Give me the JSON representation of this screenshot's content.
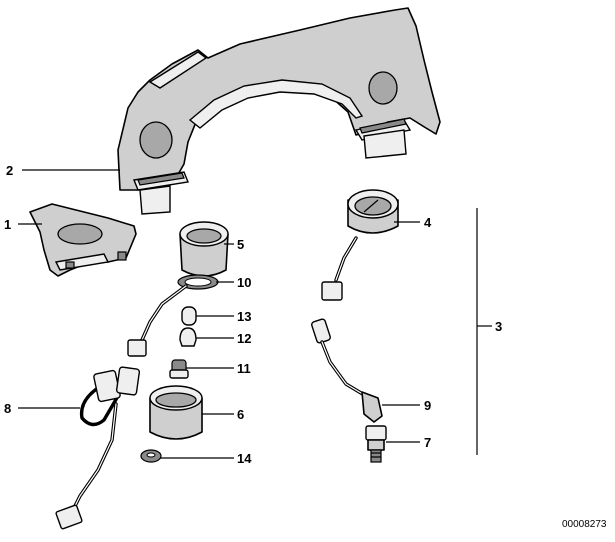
{
  "callouts": {
    "c1": "1",
    "c2": "2",
    "c3": "3",
    "c4": "4",
    "c5": "5",
    "c6": "6",
    "c7": "7",
    "c8": "8",
    "c9": "9",
    "c10": "10",
    "c11": "11",
    "c12": "12",
    "c13": "13",
    "c14": "14"
  },
  "reference_number": "00008273"
}
